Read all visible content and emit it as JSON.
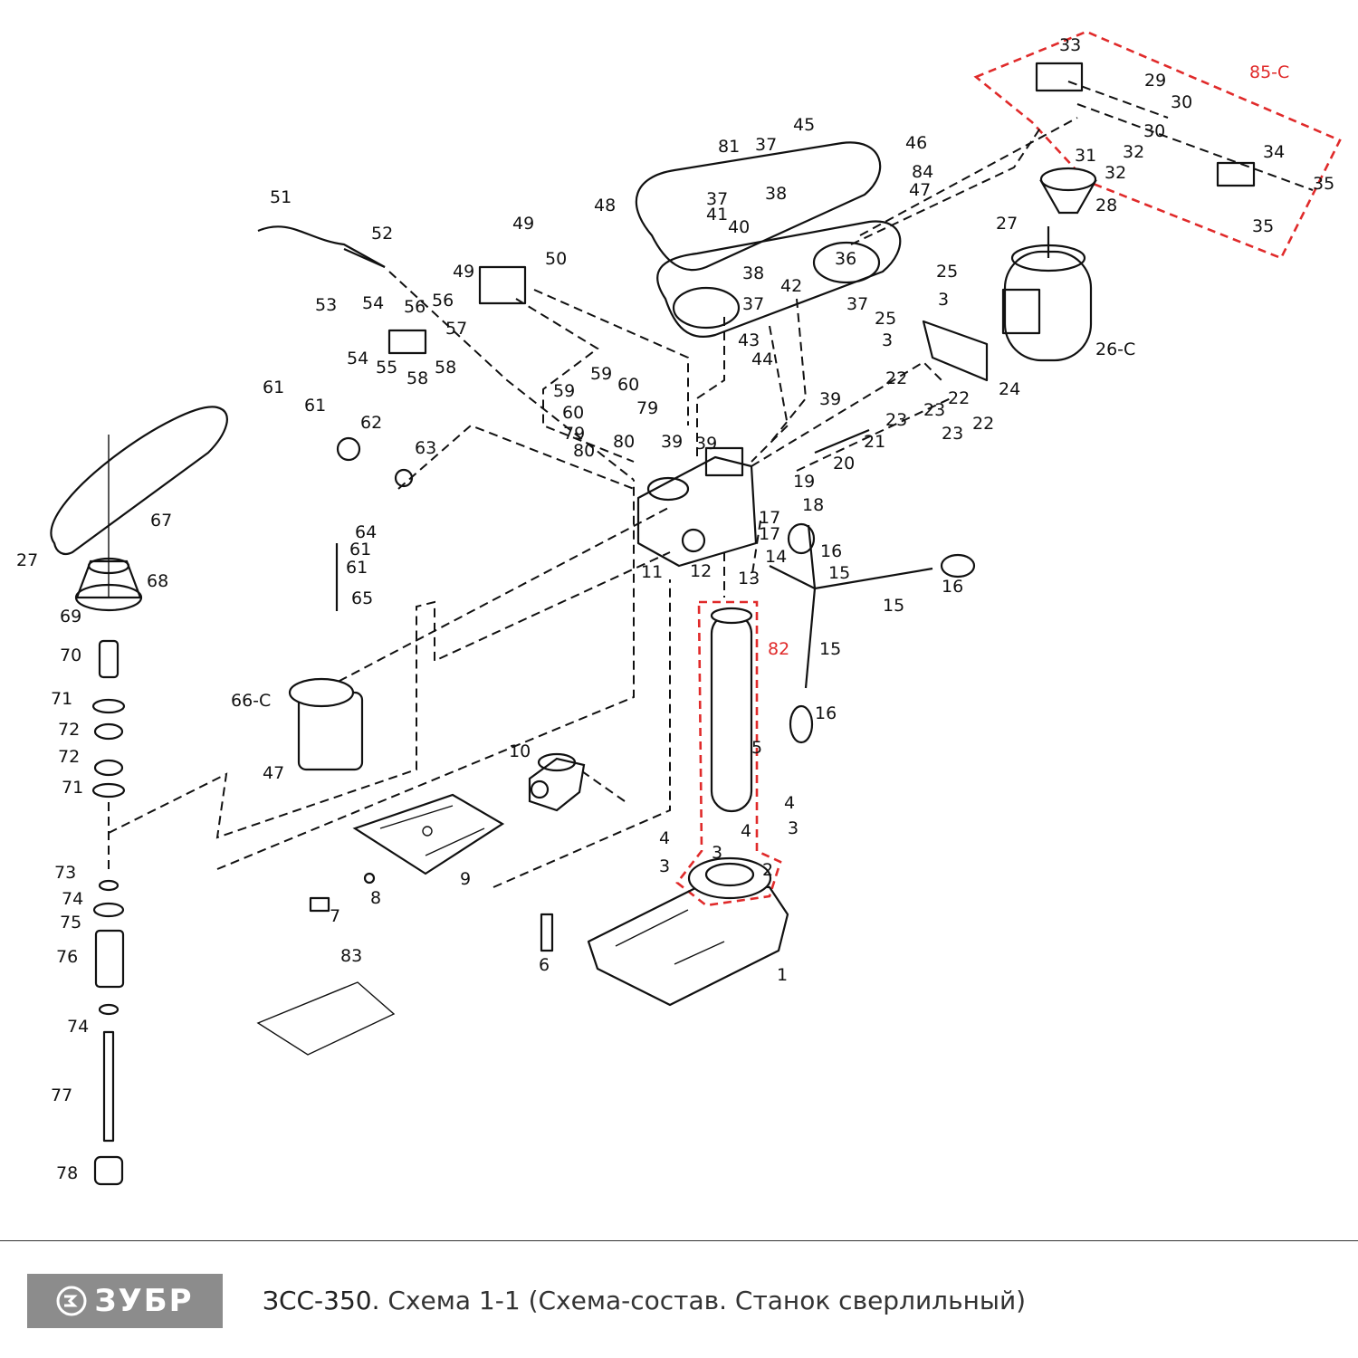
{
  "logo": {
    "text": "ЗУБР",
    "icon": "zubr-logo-icon"
  },
  "caption": {
    "model": "ЗСС-350.",
    "description": "Схема 1-1 (Схема-состав. Станок сверлильный)"
  },
  "colors": {
    "line": "#111111",
    "highlight": "#e02a2a",
    "logo_bg": "#8c8c8c"
  },
  "labels": {
    "l1": "1",
    "l2": "2",
    "l3a": "3",
    "l3b": "3",
    "l3c": "3",
    "l3d": "3",
    "l3e": "3",
    "l4a": "4",
    "l4b": "4",
    "l4c": "4",
    "l5": "5",
    "l6": "6",
    "l7": "7",
    "l8": "8",
    "l9": "9",
    "l10": "10",
    "l11": "11",
    "l12": "12",
    "l13": "13",
    "l14": "14",
    "l15a": "15",
    "l15b": "15",
    "l15c": "15",
    "l16a": "16",
    "l16b": "16",
    "l16c": "16",
    "l17a": "17",
    "l17b": "17",
    "l18": "18",
    "l19": "19",
    "l20": "20",
    "l21": "21",
    "l22a": "22",
    "l22b": "22",
    "l22c": "22",
    "l23a": "23",
    "l23b": "23",
    "l23c": "23",
    "l24": "24",
    "l25a": "25",
    "l25b": "25",
    "l26": "26-C",
    "l27a": "27",
    "l27b": "27",
    "l28": "28",
    "l29": "29",
    "l30a": "30",
    "l30b": "30",
    "l31": "31",
    "l32a": "32",
    "l32b": "32",
    "l33": "33",
    "l34": "34",
    "l35a": "35",
    "l35b": "35",
    "l36": "36",
    "l37a": "37",
    "l37b": "37",
    "l37c": "37",
    "l37d": "37",
    "l38a": "38",
    "l38b": "38",
    "l39a": "39",
    "l39b": "39",
    "l39c": "39",
    "l40": "40",
    "l41": "41",
    "l42": "42",
    "l43": "43",
    "l44": "44",
    "l45": "45",
    "l46": "46",
    "l47a": "47",
    "l47b": "47",
    "l48": "48",
    "l49a": "49",
    "l49b": "49",
    "l50": "50",
    "l51": "51",
    "l52": "52",
    "l53": "53",
    "l54a": "54",
    "l54b": "54",
    "l55": "55",
    "l56a": "56",
    "l56b": "56",
    "l57": "57",
    "l58a": "58",
    "l58b": "58",
    "l59a": "59",
    "l59b": "59",
    "l60a": "60",
    "l60b": "60",
    "l61a": "61",
    "l61b": "61",
    "l61c": "61",
    "l61d": "61",
    "l62": "62",
    "l63": "63",
    "l64": "64",
    "l65": "65",
    "l66": "66-C",
    "l67": "67",
    "l68": "68",
    "l69": "69",
    "l70": "70",
    "l71a": "71",
    "l71b": "71",
    "l72a": "72",
    "l72b": "72",
    "l73": "73",
    "l74a": "74",
    "l74b": "74",
    "l75": "75",
    "l76": "76",
    "l77": "77",
    "l78": "78",
    "l79a": "79",
    "l79b": "79",
    "l80a": "80",
    "l80b": "80",
    "l81": "81",
    "l82": "82",
    "l83": "83",
    "l84": "84",
    "l85": "85-C"
  }
}
